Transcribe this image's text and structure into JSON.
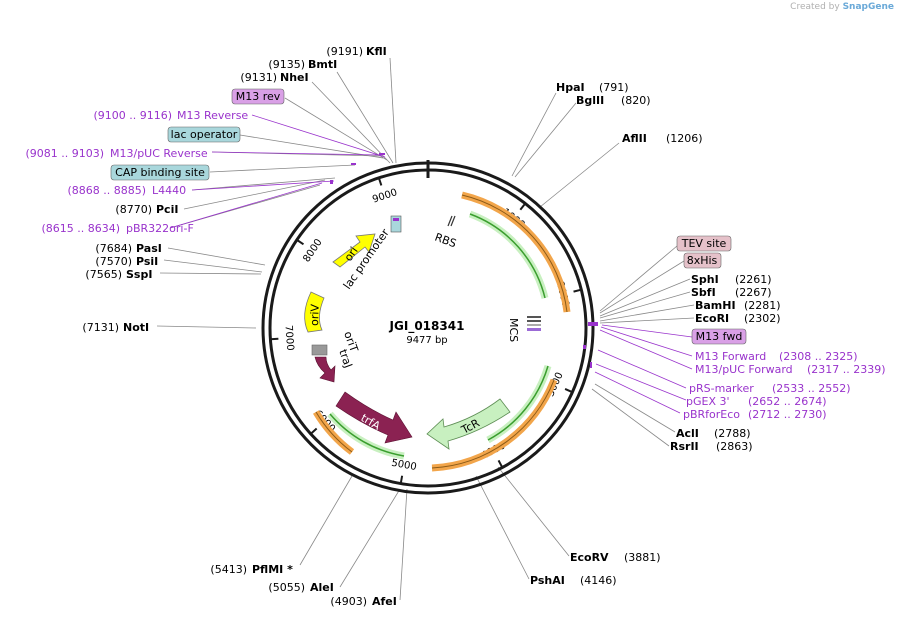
{
  "credit": {
    "prefix": "Created by",
    "brand": "SnapGene"
  },
  "plasmid": {
    "name": "JGI_018341",
    "size": "9477 bp"
  },
  "ticks": [
    "1000",
    "2000",
    "3000",
    "4000",
    "5000",
    "6000",
    "7000",
    "8000",
    "9000"
  ],
  "features": {
    "ori": "ori",
    "lac_promoter": "lac promoter",
    "rbs": "RBS",
    "mcs": "MCS",
    "oriV": "oriV",
    "oriT": "oriT",
    "traJ": "traJ",
    "trfA": "trfA",
    "tcR": "TcR"
  },
  "sites_left": [
    {
      "pos": "(9191)",
      "name": "KflI"
    },
    {
      "pos": "(9135)",
      "name": "BmtI"
    },
    {
      "pos": "(9131)",
      "name": "NheI"
    },
    {
      "box": "M13 rev"
    },
    {
      "range": "(9100 .. 9116)",
      "name": "M13 Reverse"
    },
    {
      "box": "lac operator"
    },
    {
      "range": "(9081 .. 9103)",
      "name": "M13/pUC Reverse"
    },
    {
      "box": "CAP binding site"
    },
    {
      "range": "(8868 .. 8885)",
      "name": "L4440"
    },
    {
      "pos": "(8770)",
      "name": "PciI"
    },
    {
      "range": "(8615 .. 8634)",
      "name": "pBR322ori-F"
    },
    {
      "pos": "(7684)",
      "name": "PasI"
    },
    {
      "pos": "(7570)",
      "name": "PsiI"
    },
    {
      "pos": "(7565)",
      "name": "SspI"
    },
    {
      "pos": "(7131)",
      "name": "NotI"
    },
    {
      "pos": "(5413)",
      "name": "PflMI *"
    },
    {
      "pos": "(5055)",
      "name": "AleI"
    },
    {
      "pos": "(4903)",
      "name": "AfeI"
    }
  ],
  "sites_right": [
    {
      "name": "HpaI",
      "pos": "(791)"
    },
    {
      "name": "BglII",
      "pos": "(820)"
    },
    {
      "name": "AflII",
      "pos": "(1206)"
    },
    {
      "box": "TEV site"
    },
    {
      "box": "8xHis"
    },
    {
      "name": "SphI",
      "pos": "(2261)"
    },
    {
      "name": "SbfI",
      "pos": "(2267)"
    },
    {
      "name": "BamHI",
      "pos": "(2281)"
    },
    {
      "name": "EcoRI",
      "pos": "(2302)"
    },
    {
      "box": "M13 fwd"
    },
    {
      "name": "M13 Forward",
      "range": "(2308 .. 2325)"
    },
    {
      "name": "M13/pUC Forward",
      "range": "(2317 .. 2339)"
    },
    {
      "name": "pRS-marker",
      "range": "(2533 .. 2552)"
    },
    {
      "name": "pGEX 3'",
      "range": "(2652 .. 2674)"
    },
    {
      "name": "pBRforEco",
      "range": "(2712 .. 2730)"
    },
    {
      "name": "AclI",
      "pos": "(2788)"
    },
    {
      "name": "RsrII",
      "pos": "(2863)"
    },
    {
      "name": "EcoRV",
      "pos": "(3881)"
    },
    {
      "name": "PshAI",
      "pos": "(4146)"
    }
  ],
  "colors": {
    "backbone": "#1a1a1a",
    "orange": "#f2a54a",
    "green": "#3a9e2e",
    "ori": "#ffff00",
    "traJ": "#8b2252",
    "tcR_fill": "#c8f0c0",
    "purple": "#9933cc",
    "box_blue": "#a9d7dc",
    "box_pink": "#e5c1c9",
    "box_violet": "#d9a0e6"
  }
}
